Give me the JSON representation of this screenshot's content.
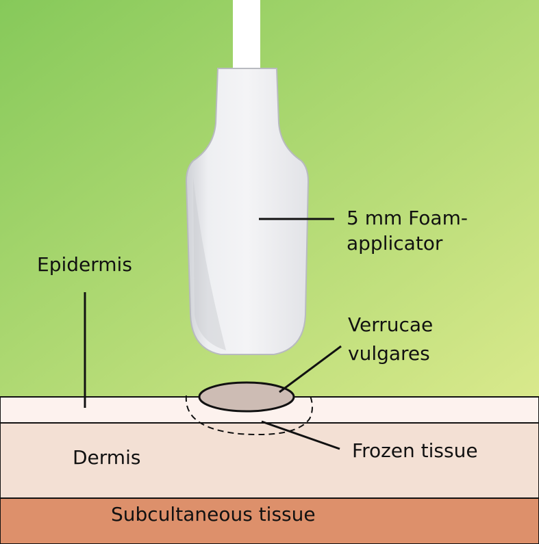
{
  "labels": {
    "applicator_line1": "5 mm Foam-",
    "applicator_line2": "applicator",
    "epidermis": "Epidermis",
    "verrucae_line1": "Verrucae",
    "verrucae_line2": "vulgares",
    "frozen_tissue": "Frozen tissue",
    "dermis": "Dermis",
    "subcutaneous": "Subcultaneous tissue"
  },
  "colors": {
    "background_left": "#86c95a",
    "background_right": "#d9e98c",
    "epidermis": "#fdf2ee",
    "dermis": "#f3e0d4",
    "subcutaneous": "#dd906b",
    "wart": "#cdbcb4",
    "applicator": "#f0f0f2",
    "stick": "#ffffff",
    "line": "#111111"
  }
}
